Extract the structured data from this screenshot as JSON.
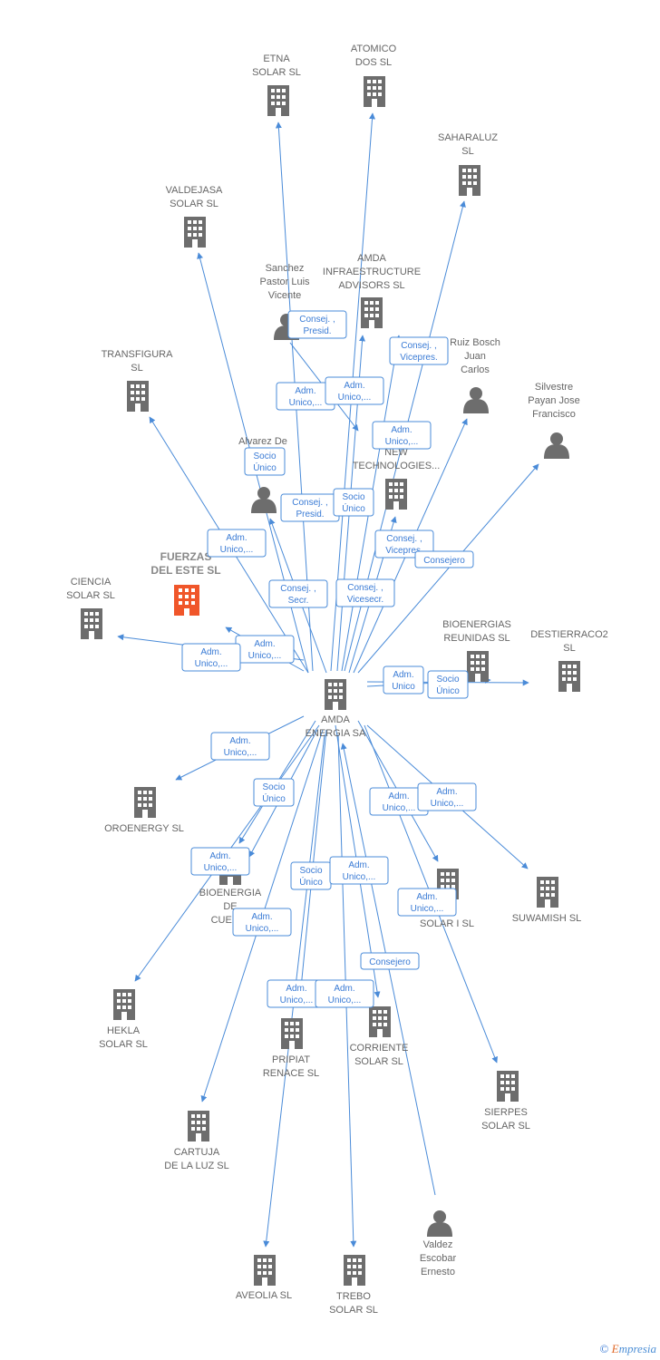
{
  "colors": {
    "edge": "#4a8bd8",
    "building": "#6d6d6d",
    "focus_building": "#f0562a",
    "label": "#666666",
    "role_border": "#4a8bd8",
    "role_text": "#3a7bd5"
  },
  "hub": {
    "id": "amda",
    "lines": [
      "AMDA",
      "ENERGIA SA"
    ]
  },
  "nodes": [
    {
      "id": "etna",
      "type": "company",
      "lines": [
        "ETNA",
        "SOLAR  SL"
      ]
    },
    {
      "id": "atomico",
      "type": "company",
      "lines": [
        "ATOMICO",
        "DOS  SL"
      ]
    },
    {
      "id": "saharaluz",
      "type": "company",
      "lines": [
        "SAHARALUZ",
        "SL"
      ]
    },
    {
      "id": "valdejasa",
      "type": "company",
      "lines": [
        "VALDEJASA",
        "SOLAR  SL"
      ]
    },
    {
      "id": "amda_infra",
      "type": "company",
      "lines": [
        "AMDA",
        "INFRAESTRUCTURE",
        "ADVISORS  SL"
      ]
    },
    {
      "id": "sanchez",
      "type": "person",
      "lines": [
        "Sanchez",
        "Pastor Luis",
        "Vicente"
      ]
    },
    {
      "id": "ruiz",
      "type": "person",
      "lines": [
        "Ruiz Bosch",
        "Juan",
        "Carlos"
      ]
    },
    {
      "id": "silvestre",
      "type": "person",
      "lines": [
        "Silvestre",
        "Payan Jose",
        "Francisco"
      ]
    },
    {
      "id": "transfigura",
      "type": "company",
      "lines": [
        "TRANSFIGURA",
        "SL"
      ]
    },
    {
      "id": "alvarez",
      "type": "person",
      "lines": [
        "Alvarez De",
        "",
        "M"
      ]
    },
    {
      "id": "new_tech",
      "type": "company",
      "lines": [
        "NEW",
        "TECHNOLOGIES..."
      ]
    },
    {
      "id": "fuerzas",
      "type": "focus",
      "lines": [
        "FUERZAS",
        "DEL ESTE  SL"
      ]
    },
    {
      "id": "ciencia",
      "type": "company",
      "lines": [
        "CIENCIA",
        "SOLAR  SL"
      ]
    },
    {
      "id": "bioenergias",
      "type": "company",
      "lines": [
        "BIOENERGIAS",
        "REUNIDAS  SL"
      ]
    },
    {
      "id": "destierraco",
      "type": "company",
      "lines": [
        "DESTIERRACO2",
        "SL"
      ]
    },
    {
      "id": "oroenergy",
      "type": "company",
      "lines": [
        "OROENERGY SL"
      ]
    },
    {
      "id": "bioenergia_cuellar",
      "type": "company",
      "lines": [
        "BIOENERGIA",
        "DE",
        "CUELLA"
      ]
    },
    {
      "id": "mo_solar",
      "type": "company",
      "lines": [
        "MO",
        "SOLAR I  SL"
      ]
    },
    {
      "id": "suwamish",
      "type": "company",
      "lines": [
        "SUWAMISH  SL"
      ]
    },
    {
      "id": "hekla",
      "type": "company",
      "lines": [
        "HEKLA",
        "SOLAR  SL"
      ]
    },
    {
      "id": "pripiat",
      "type": "company",
      "lines": [
        "PRIPIAT",
        "RENACE  SL"
      ]
    },
    {
      "id": "corriente",
      "type": "company",
      "lines": [
        "CORRIENTE",
        "SOLAR  SL"
      ]
    },
    {
      "id": "sierpes",
      "type": "company",
      "lines": [
        "SIERPES",
        "SOLAR  SL"
      ]
    },
    {
      "id": "cartuja",
      "type": "company",
      "lines": [
        "CARTUJA",
        "DE LA LUZ  SL"
      ]
    },
    {
      "id": "valdez",
      "type": "person",
      "lines": [
        "Valdez",
        "Escobar",
        "Ernesto"
      ]
    },
    {
      "id": "aveolia",
      "type": "company",
      "lines": [
        "AVEOLIA  SL"
      ]
    },
    {
      "id": "trebo",
      "type": "company",
      "lines": [
        "TREBO",
        "SOLAR  SL"
      ]
    }
  ],
  "role_labels": [
    {
      "id": "r1",
      "lines": [
        "Consej. ,",
        "Presid."
      ]
    },
    {
      "id": "r2",
      "lines": [
        "Consej. ,",
        "Vicepres."
      ]
    },
    {
      "id": "r3",
      "lines": [
        "Adm.",
        "Unico,..."
      ]
    },
    {
      "id": "r4",
      "lines": [
        "Adm.",
        "Unico,..."
      ]
    },
    {
      "id": "r5",
      "lines": [
        "Adm.",
        "Unico,..."
      ]
    },
    {
      "id": "r6",
      "lines": [
        "Socio",
        "Único"
      ]
    },
    {
      "id": "r7",
      "lines": [
        "Consej. ,",
        "Presid."
      ]
    },
    {
      "id": "r8",
      "lines": [
        "Socio",
        "Único"
      ]
    },
    {
      "id": "r9",
      "lines": [
        "Adm.",
        "Unico,..."
      ]
    },
    {
      "id": "r10",
      "lines": [
        "Consej. ,",
        "Vicepres."
      ]
    },
    {
      "id": "r11",
      "lines": [
        "Consejero"
      ]
    },
    {
      "id": "r12",
      "lines": [
        "Consej. ,",
        "Secr."
      ]
    },
    {
      "id": "r13",
      "lines": [
        "Consej. ,",
        "Vicesecr."
      ]
    },
    {
      "id": "r14",
      "lines": [
        "Adm.",
        "Unico,..."
      ]
    },
    {
      "id": "r15",
      "lines": [
        "Adm.",
        "Unico,..."
      ]
    },
    {
      "id": "r16",
      "lines": [
        "Adm.",
        "Unico"
      ]
    },
    {
      "id": "r17",
      "lines": [
        "Socio",
        "Único"
      ]
    },
    {
      "id": "r18",
      "lines": [
        "Adm.",
        "Unico,..."
      ]
    },
    {
      "id": "r19",
      "lines": [
        "Socio",
        "Único"
      ]
    },
    {
      "id": "r20",
      "lines": [
        "Adm.",
        "Unico,..."
      ]
    },
    {
      "id": "r21",
      "lines": [
        "Adm.",
        "Unico,..."
      ]
    },
    {
      "id": "r22",
      "lines": [
        "Socio",
        "Único"
      ]
    },
    {
      "id": "r23",
      "lines": [
        "Adm.",
        "Unico,..."
      ]
    },
    {
      "id": "r24",
      "lines": [
        "Adm.",
        "Unico,..."
      ]
    },
    {
      "id": "r25",
      "lines": [
        "Adm.",
        "Unico,..."
      ]
    },
    {
      "id": "r26",
      "lines": [
        "Adm.",
        "Unico,..."
      ]
    },
    {
      "id": "r27",
      "lines": [
        "Consejero"
      ]
    },
    {
      "id": "r28",
      "lines": [
        "Adm.",
        "Unico,..."
      ]
    },
    {
      "id": "r29",
      "lines": [
        "Adm.",
        "Unico,..."
      ]
    }
  ],
  "footer": {
    "copyright": "©",
    "brand_initial": "E",
    "brand_rest": "mpresia"
  }
}
